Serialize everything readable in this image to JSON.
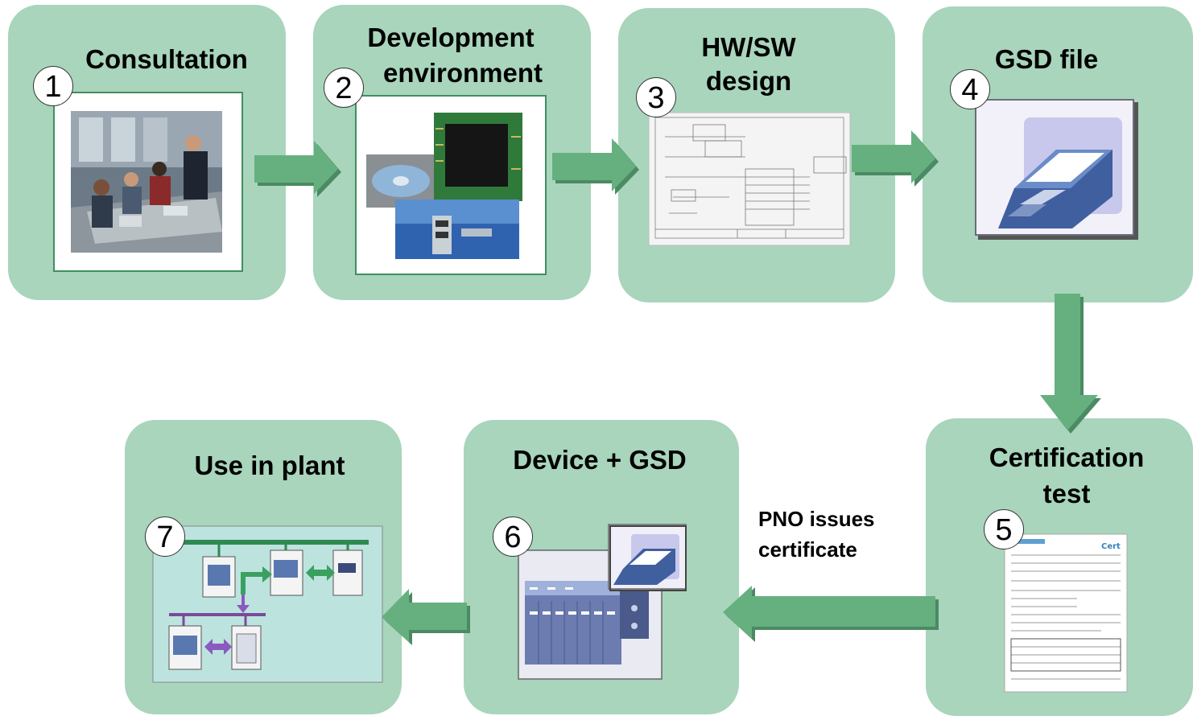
{
  "steps": [
    {
      "number": "1",
      "title": "Consultation",
      "image": "meeting-photo"
    },
    {
      "number": "2",
      "title_line1": "Development",
      "title_line2": "environment",
      "image": "circuit-board-and-cd"
    },
    {
      "number": "3",
      "title_line1": "HW/SW",
      "title_line2": "design",
      "image": "schematic-drawing"
    },
    {
      "number": "4",
      "title": "GSD file",
      "image": "floppy-disk-icon"
    },
    {
      "number": "5",
      "title_line1": "Certification",
      "title_line2": "test",
      "image": "certificate-document"
    },
    {
      "number": "6",
      "title": "Device + GSD",
      "image": "device-with-floppy"
    },
    {
      "number": "7",
      "title": "Use in plant",
      "image": "plant-network"
    }
  ],
  "connector_note": {
    "line1": "PNO issues",
    "line2": "certificate"
  },
  "colors": {
    "box": "#a8d5bc",
    "arrow": "#66b07f",
    "arrow_shadow": "#4b8a62",
    "frame_border": "#3f8f5e"
  }
}
